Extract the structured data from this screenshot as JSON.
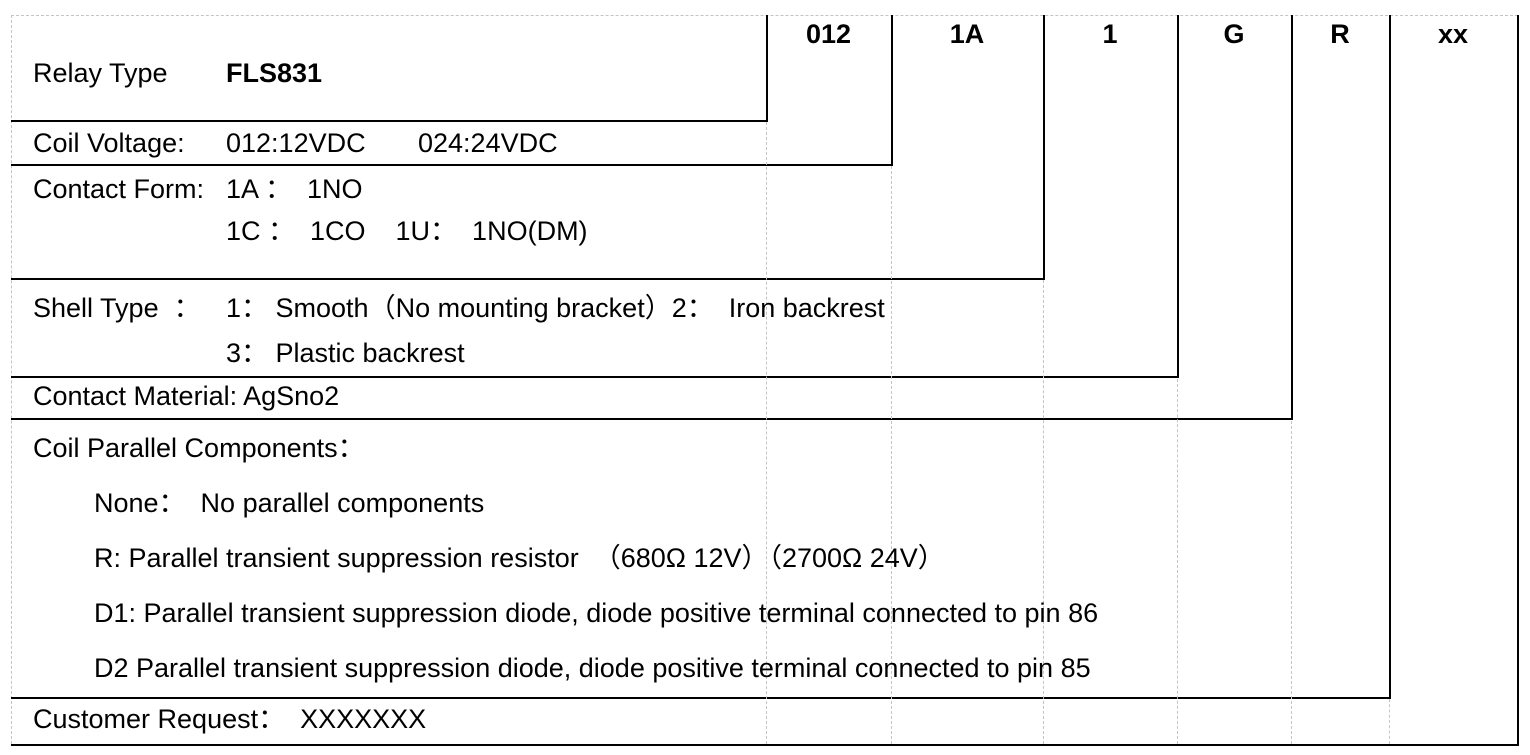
{
  "code_row": [
    "012",
    "1A",
    "1",
    "G",
    "R",
    "xx"
  ],
  "rows": {
    "relay_type": {
      "label": "Relay Type",
      "value": "FLS831"
    },
    "coil_voltage": {
      "label": "Coil Voltage:",
      "option1": "012:12VDC",
      "option2": "024:24VDC"
    },
    "contact_form": {
      "label": "Contact Form:",
      "line1": "1A ：  1NO",
      "line2": "1C ：  1CO    1U：  1NO(DM)"
    },
    "shell_type": {
      "label": "Shell Type  ：",
      "line1": "1： Smooth（No mounting bracket）2：  Iron backrest",
      "line2": "3： Plastic backrest"
    },
    "contact_material": {
      "label": "Contact Material: AgSno2"
    },
    "coil_parallel": {
      "header": "Coil Parallel Components：",
      "items": [
        "None：  No parallel components",
        "R: Parallel transient suppression resistor  （680Ω 12V）（2700Ω 24V）",
        "D1: Parallel transient suppression diode, diode positive terminal connected to pin 86",
        "D2 Parallel transient suppression diode, diode positive terminal connected to pin 85"
      ]
    },
    "customer_request": {
      "label": "Customer Request：  XXXXXXX"
    }
  },
  "colors": {
    "line": "#000000",
    "guide_line": "#c4c4c4",
    "text": "#000000",
    "background": "#ffffff"
  }
}
